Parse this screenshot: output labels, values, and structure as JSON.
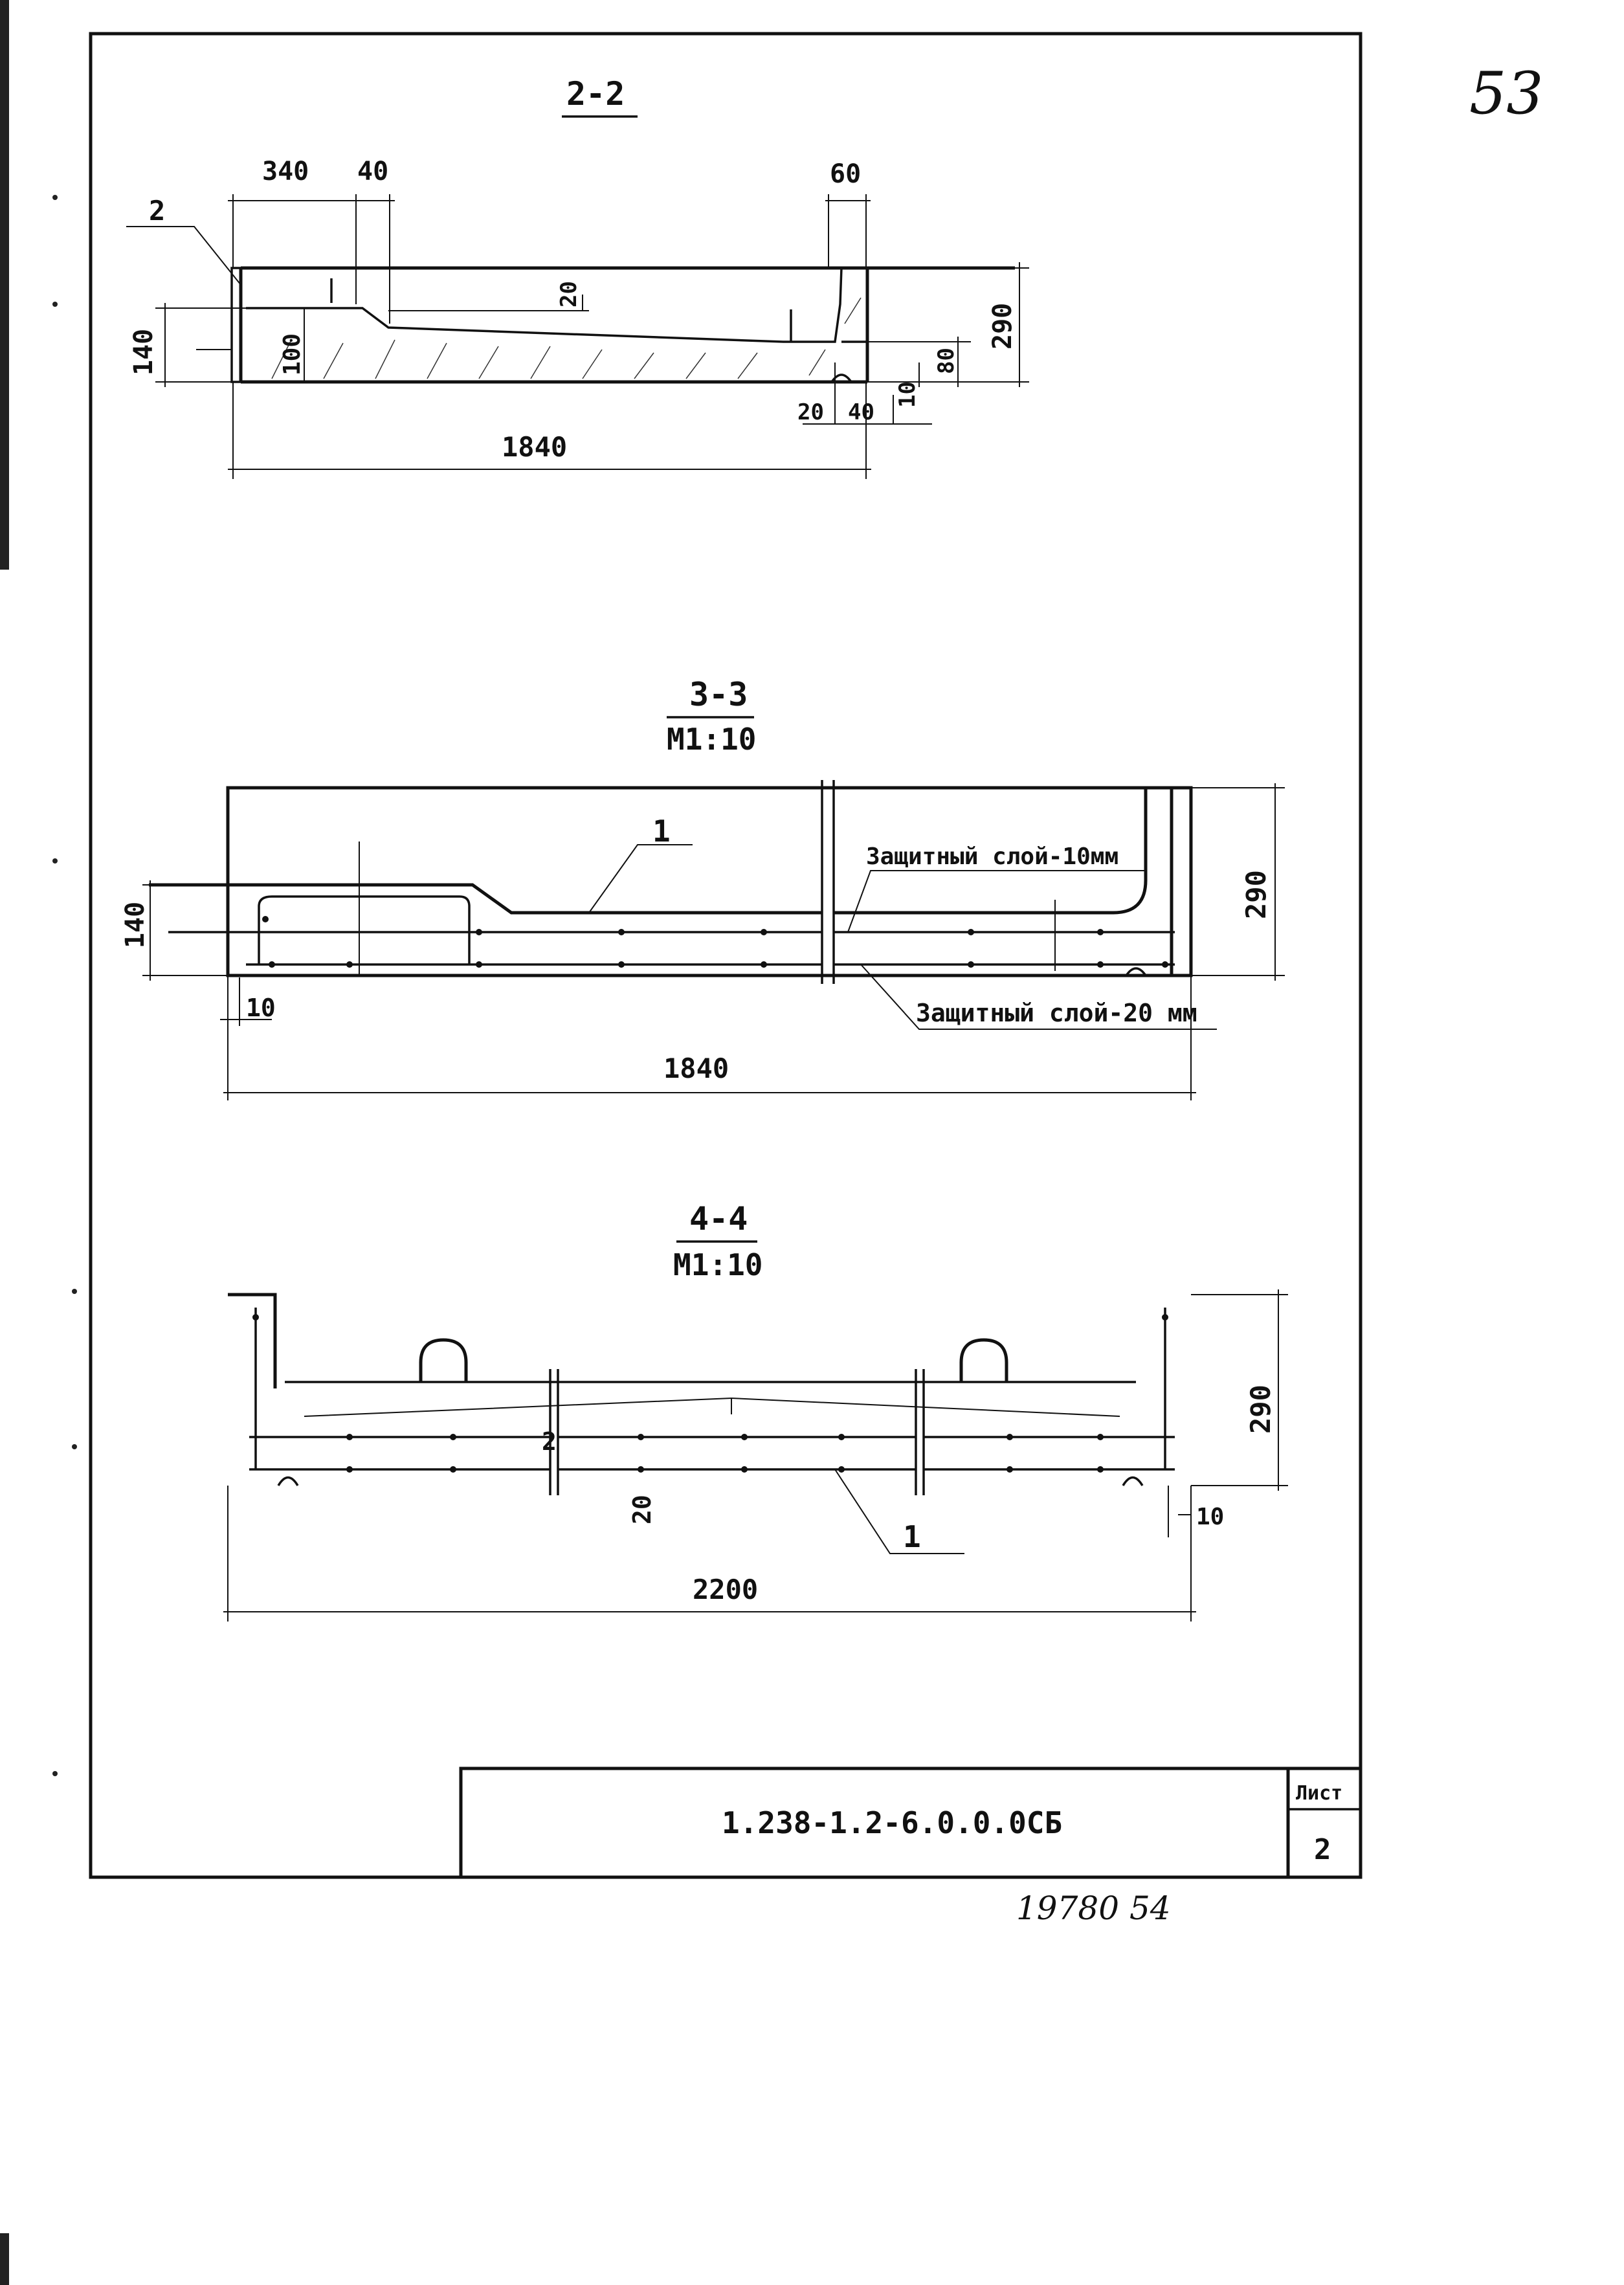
{
  "page": {
    "corner_number": "53",
    "bottom_number": "19780 54"
  },
  "section_2_2": {
    "title": "2-2",
    "dims": {
      "d340": "340",
      "d40": "40",
      "d60": "60",
      "d140": "140",
      "d100": "100",
      "d20_top": "20",
      "d290": "290",
      "d80": "80",
      "d10": "10",
      "d20_bot": "20",
      "d40_bot": "40",
      "d1840": "1840"
    },
    "mark_2": "2"
  },
  "section_3_3": {
    "title": "3-3",
    "scale": "М1:10",
    "mark_1": "1",
    "note_top": "Защитный слой-10мм",
    "note_bottom": "Защитный слой-20 мм",
    "dims": {
      "d140": "140",
      "d290": "290",
      "d10": "10",
      "d1840": "1840"
    }
  },
  "section_4_4": {
    "title": "4-4",
    "scale": "М1:10",
    "mark_1": "1",
    "mark_2": "2",
    "dims": {
      "d20": "20",
      "d290": "290",
      "d10": "10",
      "d2200": "2200"
    }
  },
  "title_block": {
    "code": "1.238-1.2-6.0.0.0СБ",
    "sheet_label": "Лист",
    "sheet_number": "2"
  }
}
